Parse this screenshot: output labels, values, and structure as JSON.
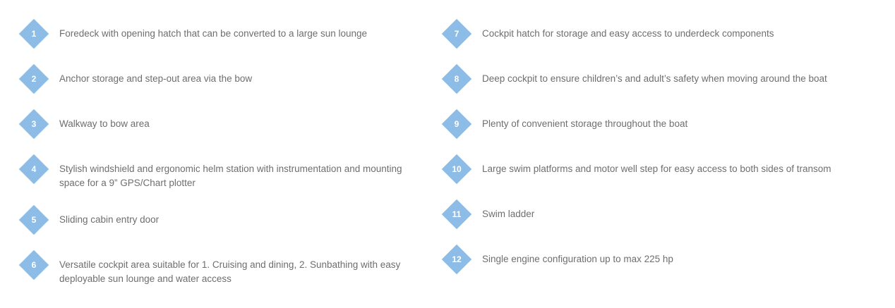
{
  "colors": {
    "marker": "#8dbde7",
    "marker_number": "#ffffff",
    "text": "#6e6e6e"
  },
  "features": {
    "left": [
      {
        "number": "1",
        "text": "Foredeck with opening hatch that can be converted to a large sun lounge"
      },
      {
        "number": "2",
        "text": "Anchor storage and step-out area via the bow"
      },
      {
        "number": "3",
        "text": "Walkway to bow area"
      },
      {
        "number": "4",
        "text": "Stylish windshield and ergonomic helm station with instrumentation and mounting space for a 9” GPS/Chart plotter"
      },
      {
        "number": "5",
        "text": "Sliding cabin entry door"
      },
      {
        "number": "6",
        "text": "Versatile cockpit area suitable for 1. Cruising and dining, 2. Sunbathing with easy deployable sun lounge and water access"
      }
    ],
    "right": [
      {
        "number": "7",
        "text": "Cockpit hatch for storage and easy access to underdeck components"
      },
      {
        "number": "8",
        "text": "Deep cockpit to ensure children’s and adult’s safety when moving around the boat"
      },
      {
        "number": "9",
        "text": "Plenty of convenient storage throughout the boat"
      },
      {
        "number": "10",
        "text": "Large swim platforms and motor well step for easy access to both sides of transom"
      },
      {
        "number": "11",
        "text": "Swim ladder"
      },
      {
        "number": "12",
        "text": "Single engine configuration up to max 225 hp"
      }
    ]
  }
}
